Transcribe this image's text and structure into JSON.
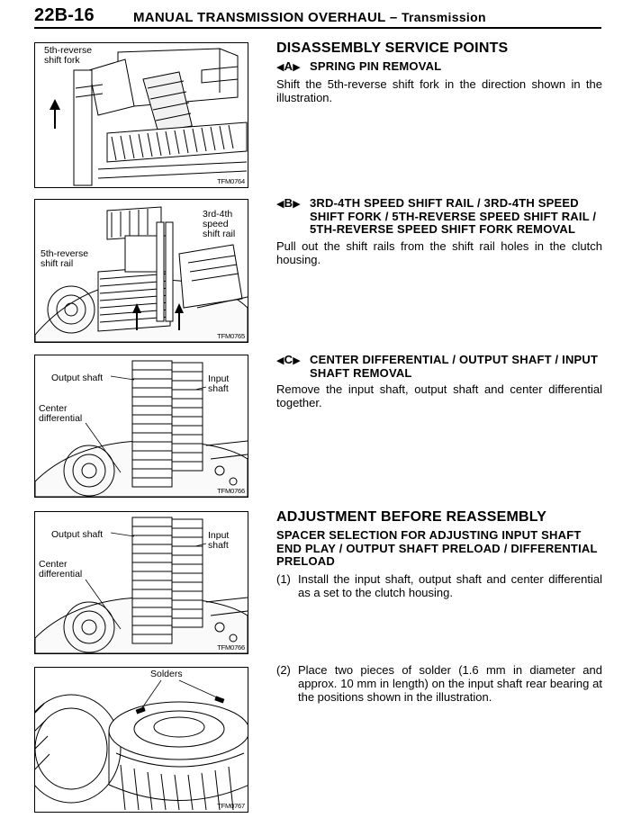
{
  "header": {
    "page_number": "22B-16",
    "title": "MANUAL TRANSMISSION OVERHAUL –",
    "subtitle": "Transmission"
  },
  "figures": [
    {
      "labels": [
        "5th-reverse shift fork"
      ],
      "code": "TFM0764"
    },
    {
      "labels": [
        "3rd-4th speed shift rail",
        "5th-reverse shift rail"
      ],
      "code": "TFM0765"
    },
    {
      "labels": [
        "Output shaft",
        "Input shaft",
        "Center differential"
      ],
      "code": "TFM0766"
    },
    {
      "labels": [
        "Output shaft",
        "Input shaft",
        "Center differential"
      ],
      "code": "TFM0766"
    },
    {
      "labels": [
        "Solders"
      ],
      "code": "TFM0767"
    }
  ],
  "disassembly": {
    "title": "DISASSEMBLY SERVICE POINTS",
    "items": [
      {
        "mark": "A",
        "heading": "SPRING PIN REMOVAL",
        "body": "Shift the 5th-reverse shift fork in the direction shown in the illustration."
      },
      {
        "mark": "B",
        "heading": "3RD-4TH SPEED SHIFT RAIL / 3RD-4TH SPEED SHIFT FORK / 5TH-REVERSE SPEED SHIFT RAIL / 5TH-REVERSE SPEED SHIFT FORK REMOVAL",
        "body": "Pull out the shift rails from the shift rail holes in the clutch housing."
      },
      {
        "mark": "C",
        "heading": "CENTER DIFFERENTIAL / OUTPUT SHAFT / INPUT SHAFT REMOVAL",
        "body": "Remove the input shaft, output shaft and center differential together."
      }
    ]
  },
  "adjustment": {
    "title": "ADJUSTMENT BEFORE REASSEMBLY",
    "subheading": "SPACER SELECTION FOR ADJUSTING INPUT SHAFT END PLAY / OUTPUT SHAFT PRELOAD / DIFFERENTIAL PRELOAD",
    "steps": [
      {
        "n": "(1)",
        "text": "Install the input shaft, output shaft and center differential as a set to the clutch housing."
      },
      {
        "n": "(2)",
        "text": "Place two pieces of solder (1.6 mm in diameter and approx. 10 mm in length) on the input shaft rear bearing at the positions shown in the illustration."
      }
    ]
  }
}
